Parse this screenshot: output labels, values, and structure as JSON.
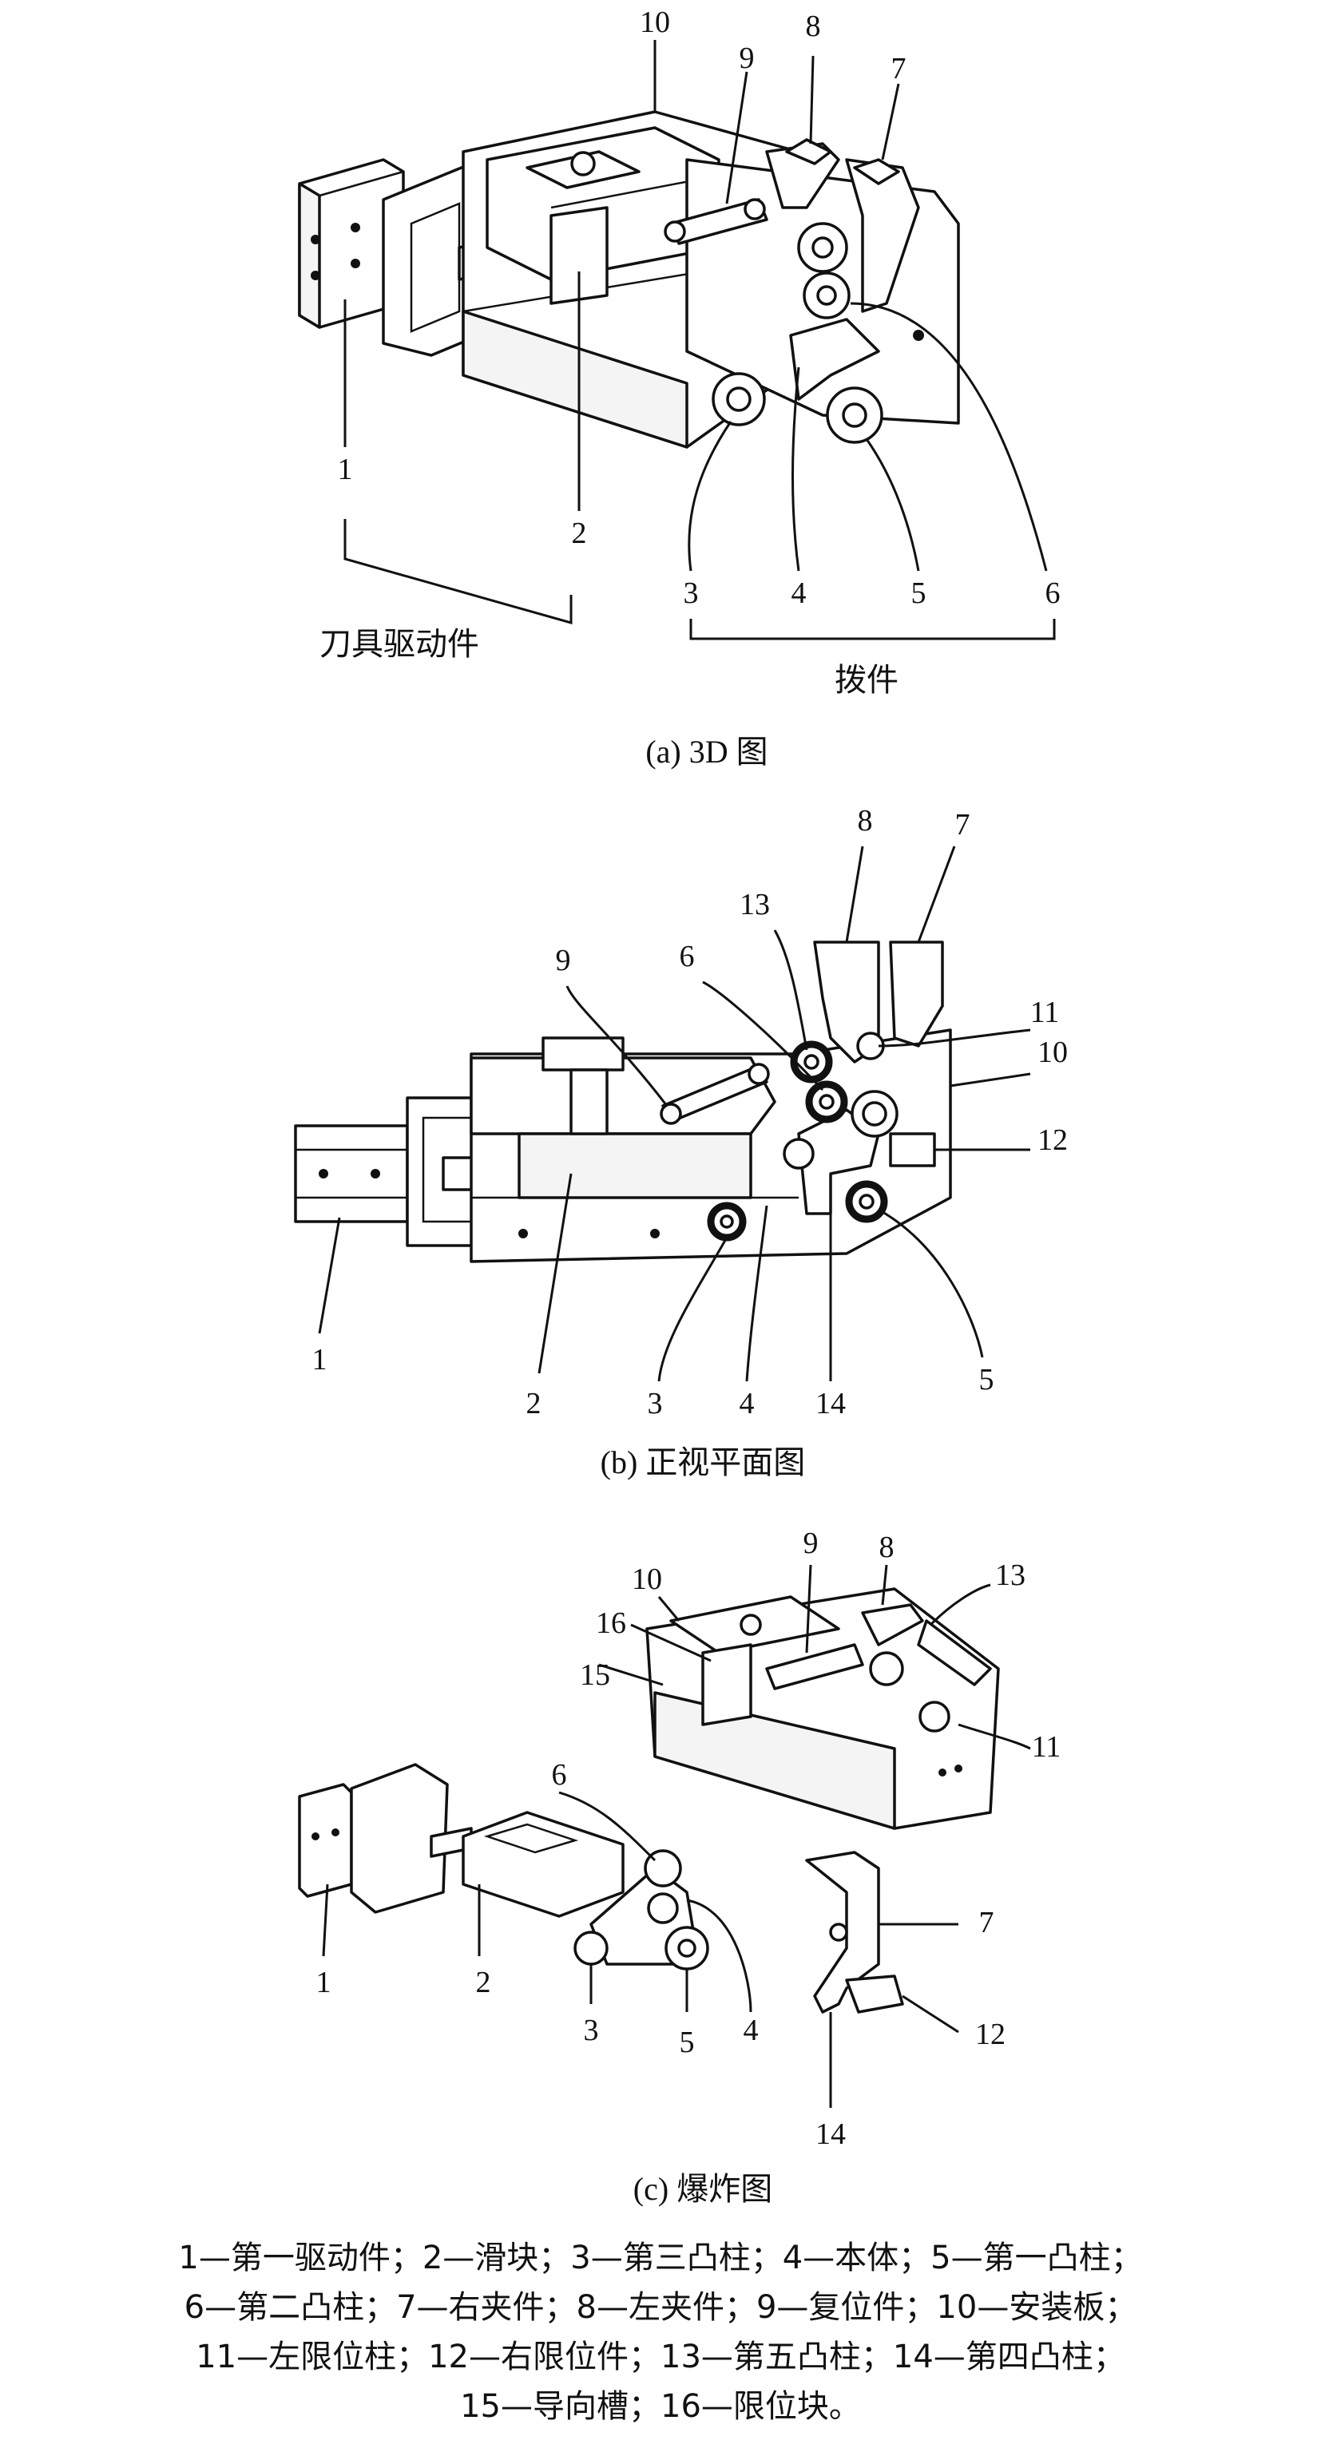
{
  "panel_a": {
    "caption": "(a) 3D 图",
    "labels": [
      "1",
      "2",
      "3",
      "4",
      "5",
      "6",
      "7",
      "8",
      "9",
      "10"
    ],
    "group_left": "刀具驱动件",
    "group_right": "拨件"
  },
  "panel_b": {
    "caption": "(b) 正视平面图",
    "labels": [
      "1",
      "2",
      "3",
      "4",
      "5",
      "6",
      "7",
      "8",
      "9",
      "10",
      "11",
      "12",
      "13",
      "14"
    ]
  },
  "panel_c": {
    "caption": "(c) 爆炸图",
    "labels": [
      "1",
      "2",
      "3",
      "4",
      "5",
      "6",
      "7",
      "8",
      "9",
      "10",
      "11",
      "12",
      "13",
      "14",
      "15",
      "16"
    ]
  },
  "legend": [
    "1—第一驱动件；2—滑块；3—第三凸柱；4—本体；5—第一凸柱；",
    "6—第二凸柱；7—右夹件；8—左夹件；9—复位件；10—安装板；",
    "11—左限位柱；12—右限位件；13—第五凸柱；14—第四凸柱；",
    "15—导向槽；16—限位块。"
  ]
}
